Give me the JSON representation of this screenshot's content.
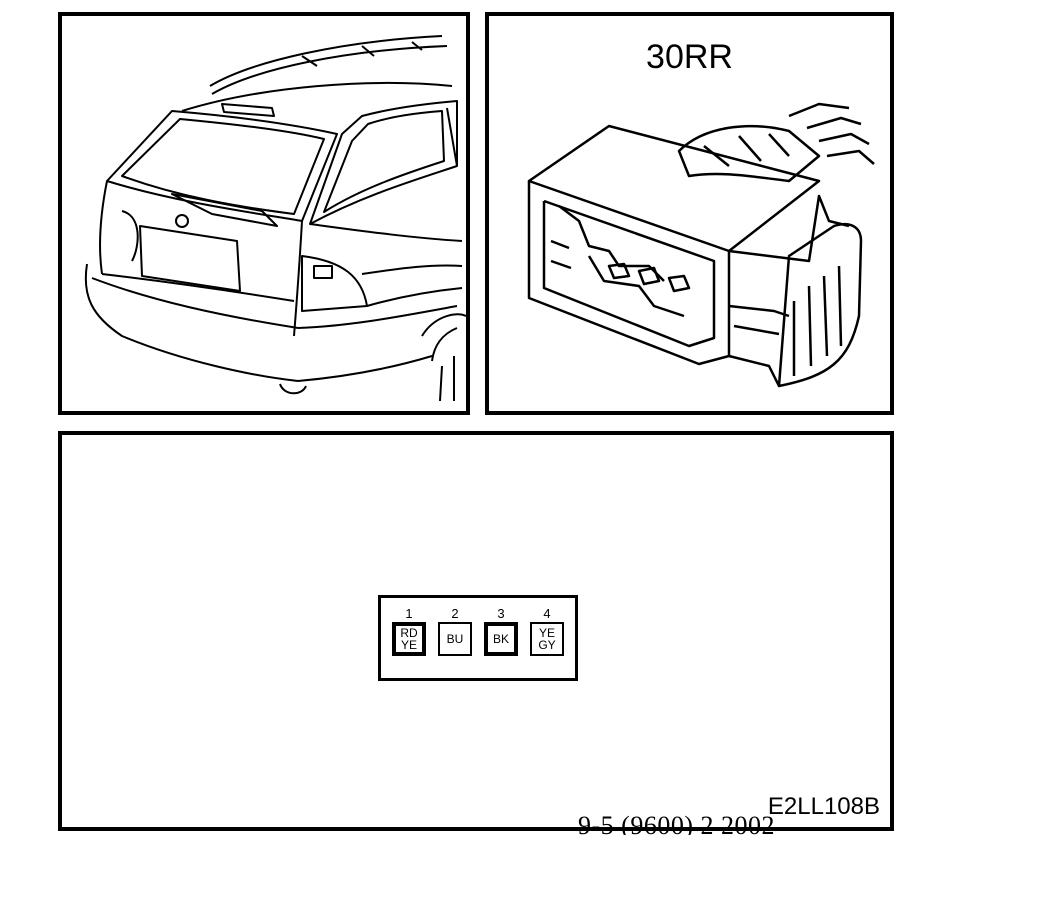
{
  "connector": {
    "title": "30RR"
  },
  "pinout": {
    "pins": [
      {
        "number": "1",
        "color_line1": "RD",
        "color_line2": "YE"
      },
      {
        "number": "2",
        "color_line1": "BU",
        "color_line2": ""
      },
      {
        "number": "3",
        "color_line1": "BK",
        "color_line2": ""
      },
      {
        "number": "4",
        "color_line1": "YE",
        "color_line2": "GY"
      }
    ],
    "figure_code": "E2LL108B"
  },
  "footer": {
    "text": "9-5 (9600) 2   2002"
  }
}
